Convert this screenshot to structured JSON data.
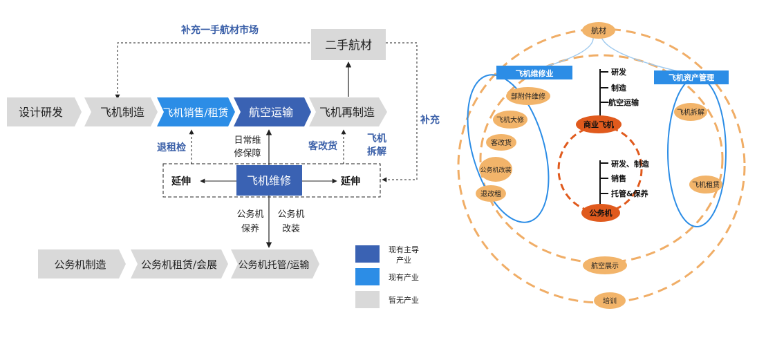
{
  "left": {
    "top_arrow_label": "补充一手航材市场",
    "used_parts": "二手航材",
    "chain": [
      "设计研发",
      "飞机制造",
      "飞机销售/租赁",
      "航空运输",
      "飞机再制造"
    ],
    "right_label": "补充",
    "label_return_lease": "退租检",
    "label_daily_1": "日常维",
    "label_daily_2": "修保障",
    "label_cargo": "客改货",
    "label_dismantle_1": "飞机",
    "label_dismantle_2": "拆解",
    "mro": "飞机维修",
    "extend_left": "延伸",
    "extend_right": "延伸",
    "label_bj_maint_1": "公务机",
    "label_bj_maint_2": "保养",
    "label_bj_mod_1": "公务机",
    "label_bj_mod_2": "改装",
    "bottom_chain": [
      "公务机制造",
      "公务机租赁/会展",
      "公务机托管/运输"
    ]
  },
  "legend": [
    {
      "label_1": "现有主导",
      "label_2": "产业",
      "color": "#3a62b3"
    },
    {
      "label_1": "现有产业",
      "label_2": "",
      "color": "#2c8de6"
    },
    {
      "label_1": "暂无产业",
      "label_2": "",
      "color": "#d9d9d9"
    }
  ],
  "right": {
    "top_oval": "航材",
    "mro_header": "飞机维修业",
    "asset_header": "飞机资产管理",
    "mro_items": [
      "部附件维修",
      "飞机大修",
      "客改货",
      "公务机改装",
      "退改租"
    ],
    "asset_items": [
      "飞机拆解",
      "飞机租赁"
    ],
    "commercial_items": [
      "研发",
      "制造",
      "航空运输"
    ],
    "commercial": "商业飞机",
    "bizjet_items": [
      "研发、制造",
      "销售",
      "托管&保养"
    ],
    "bizjet": "公务机",
    "bottom_1": "航空展示",
    "bottom_2": "培训"
  },
  "colors": {
    "dark_blue": "#3a62b3",
    "mid_blue": "#2c8de6",
    "gray": "#d9d9d9",
    "label_blue": "#3a5fa8",
    "orange_oval": "#f2b46a",
    "orange_dash": "#f0ad66",
    "red_oval": "#e05a1d"
  }
}
